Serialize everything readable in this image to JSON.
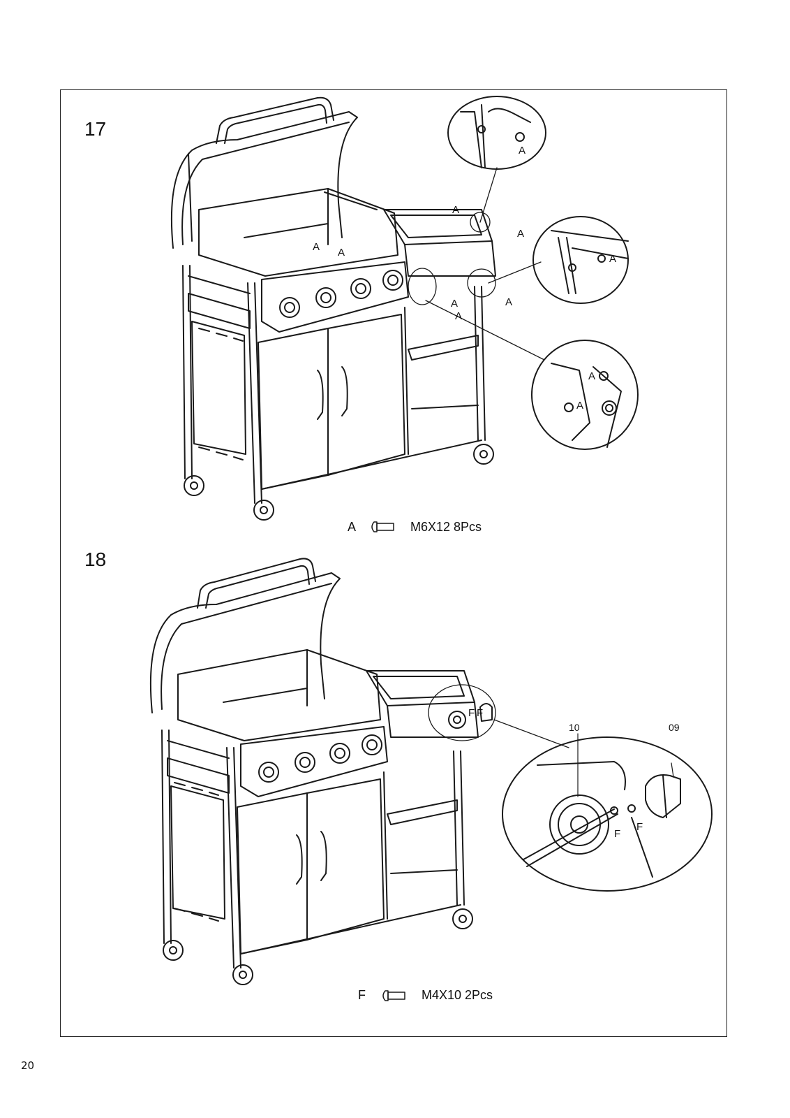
{
  "page_number": "20",
  "steps": [
    {
      "number": "17",
      "hardware": {
        "letter": "A",
        "spec": "M6X12 8Pcs"
      },
      "callouts": [
        "A",
        "A",
        "A",
        "A",
        "A",
        "A",
        "A",
        "A",
        "A",
        "A",
        "A"
      ]
    },
    {
      "number": "18",
      "hardware": {
        "letter": "F",
        "spec": "M4X10 2Pcs"
      },
      "part_labels": [
        "10",
        "09"
      ],
      "callouts": [
        "F",
        "F",
        "F",
        "F"
      ]
    }
  ]
}
